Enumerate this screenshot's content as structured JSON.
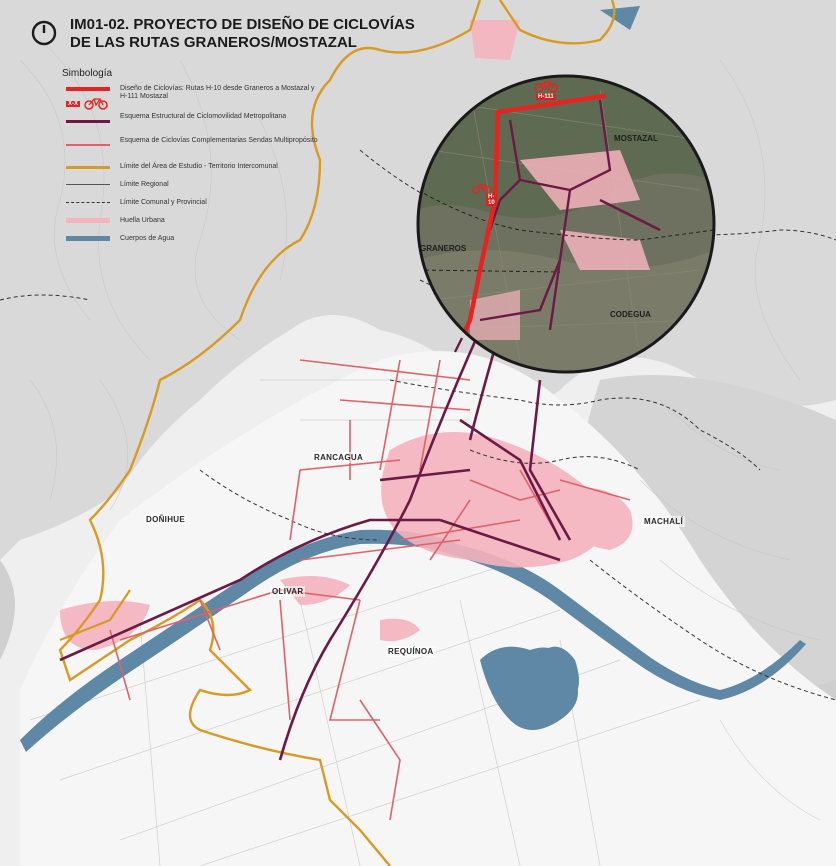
{
  "map": {
    "title_line1": "IM01-02. PROYECTO DE DISEÑO DE CICLOVÍAS",
    "title_line2": "DE LAS RUTAS GRANEROS/MOSTAZAL",
    "legend_heading": "Simbología",
    "legend": [
      {
        "label": "Diseño de Ciclovías: Rutas H-10 desde Graneros a Mostazal y H-111 Mostazal",
        "color": "#e8231f"
      },
      {
        "label": "Esquema Estructural de Ciclomovilidad Metropolitana",
        "color": "#6b1a45"
      },
      {
        "label": "Esquema de Ciclovías Complementarias Sendas Multipropósito",
        "color": "#e0616a"
      },
      {
        "label": "Límite del Área de Estudio - Territorio Intercomunal",
        "color": "#d99a22"
      },
      {
        "label": "Límite Regional",
        "color": "#555555"
      },
      {
        "label": "Límite Comunal y Provincial",
        "color": "#333333"
      },
      {
        "label": "Huella Urbana",
        "color": "#f4b3bd"
      },
      {
        "label": "Cuerpos de Agua",
        "color": "#5e88a6"
      }
    ],
    "badge_code": "X-X",
    "places": {
      "rancagua": "RANCAGUA",
      "donihue": "DOÑIHUE",
      "olivar": "OLIVAR",
      "requinoa": "REQUÍNOA",
      "machali": "MACHALÍ"
    },
    "inset": {
      "mostazal": "MOSTAZAL",
      "graneros": "GRANEROS",
      "codegua": "CODEGUA",
      "route_h111": "H-111",
      "route_h10": "H-10"
    },
    "icons": [
      "timer-icon",
      "bicycle-icon"
    ]
  }
}
